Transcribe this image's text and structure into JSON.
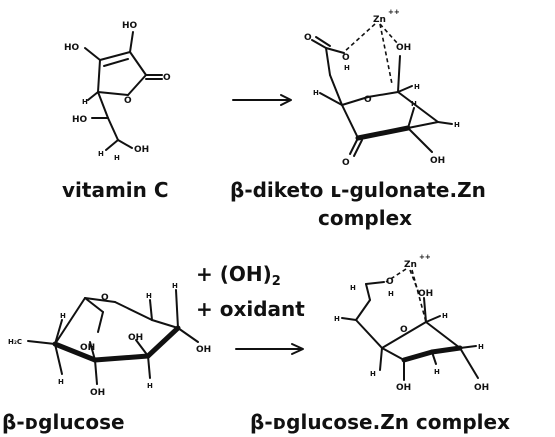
{
  "captions": {
    "vitamin_c": "vitamin C",
    "diketo_line1": "β-diketo ʟ-gulonate.Zn",
    "diketo_line2": "complex",
    "glucose": "β-ᴅglucose",
    "glucose_zn": "β-ᴅglucose.Zn complex"
  },
  "reagents": {
    "hydroxide_base": "+ (OH)",
    "hydroxide_sub": "2",
    "oxidant": "+ oxidant"
  },
  "atoms": {
    "ho": "HO",
    "oh": "OH",
    "o": "O",
    "h": "H",
    "c": "C",
    "zn": "Zn",
    "zn_charge": "++",
    "hc": "H₂C"
  }
}
